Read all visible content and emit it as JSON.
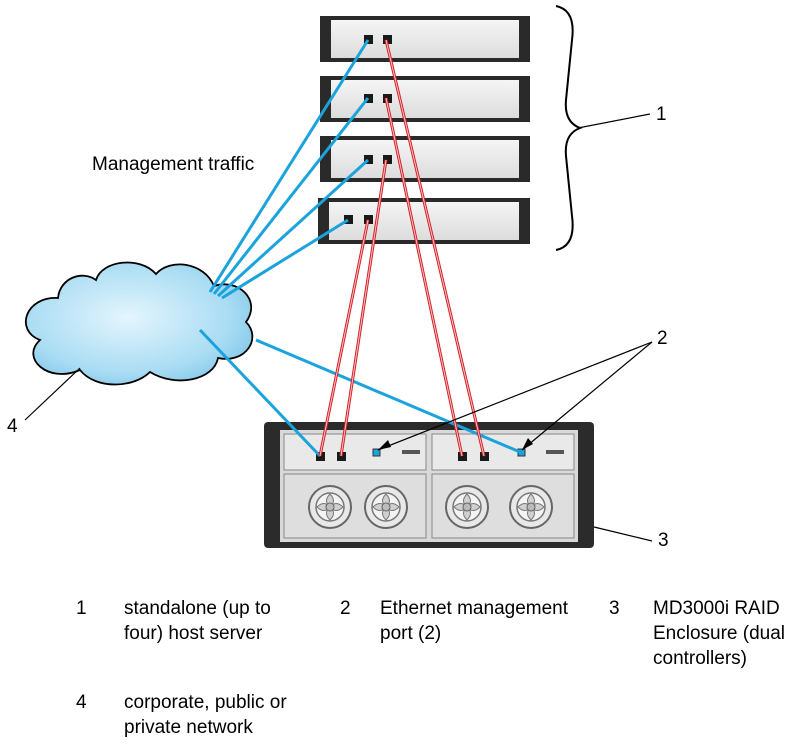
{
  "diagram": {
    "traffic_label": "Management traffic",
    "callouts": [
      "1",
      "2",
      "3",
      "4"
    ]
  },
  "legend": [
    {
      "num": "1",
      "text": "standalone (up to\nfour) host server"
    },
    {
      "num": "2",
      "text": "Ethernet management\nport (2)"
    },
    {
      "num": "3",
      "text": "MD3000i RAID\nEnclosure (dual\ncontrollers)"
    },
    {
      "num": "4",
      "text": "corporate, public or\nprivate network"
    }
  ],
  "colors": {
    "management_cable": "#1aa3dc",
    "crossover_cable": "#d71f26",
    "cloud_fill": "#a9dcf3",
    "chassis": "#2e2e2e"
  }
}
